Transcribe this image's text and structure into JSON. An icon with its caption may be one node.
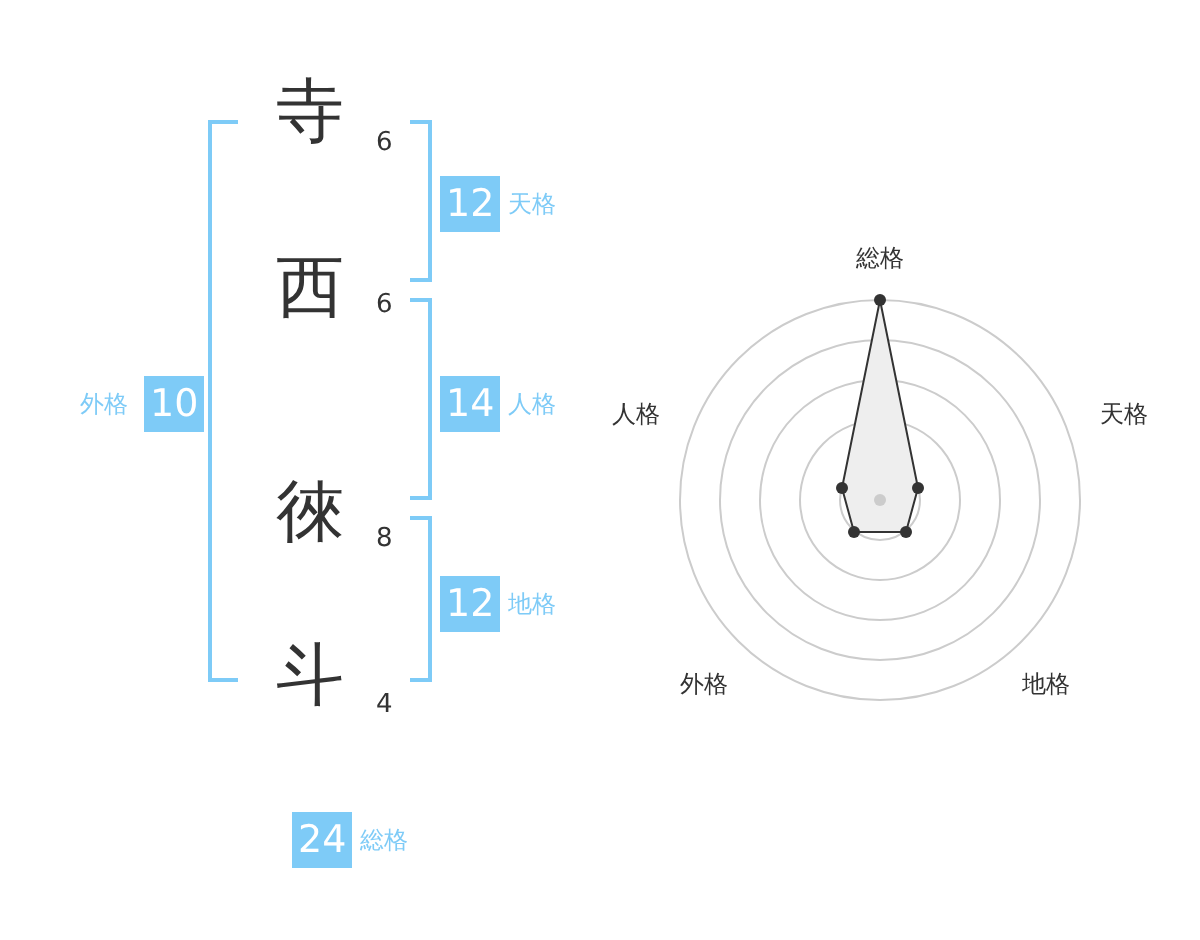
{
  "diagram": {
    "nodes": [
      {
        "text": [
          "12"
        ],
        "beside": [
          "天格"
        ]
      },
      {
        "text": [
          "10"
        ],
        "beside": [
          "外格"
        ]
      },
      {
        "text": [
          "14"
        ],
        "beside": [
          "人格"
        ]
      },
      {
        "text": [
          "12"
        ],
        "beside": [
          "地格"
        ]
      },
      {
        "text": [
          "24"
        ],
        "beside": [
          "総格"
        ]
      }
    ],
    "edges": [],
    "labels": [
      "寺",
      "6",
      "西",
      "6",
      "徠",
      "8",
      "斗",
      "4",
      "総格",
      "人格",
      "天格",
      "外格",
      "地格"
    ]
  }
}
